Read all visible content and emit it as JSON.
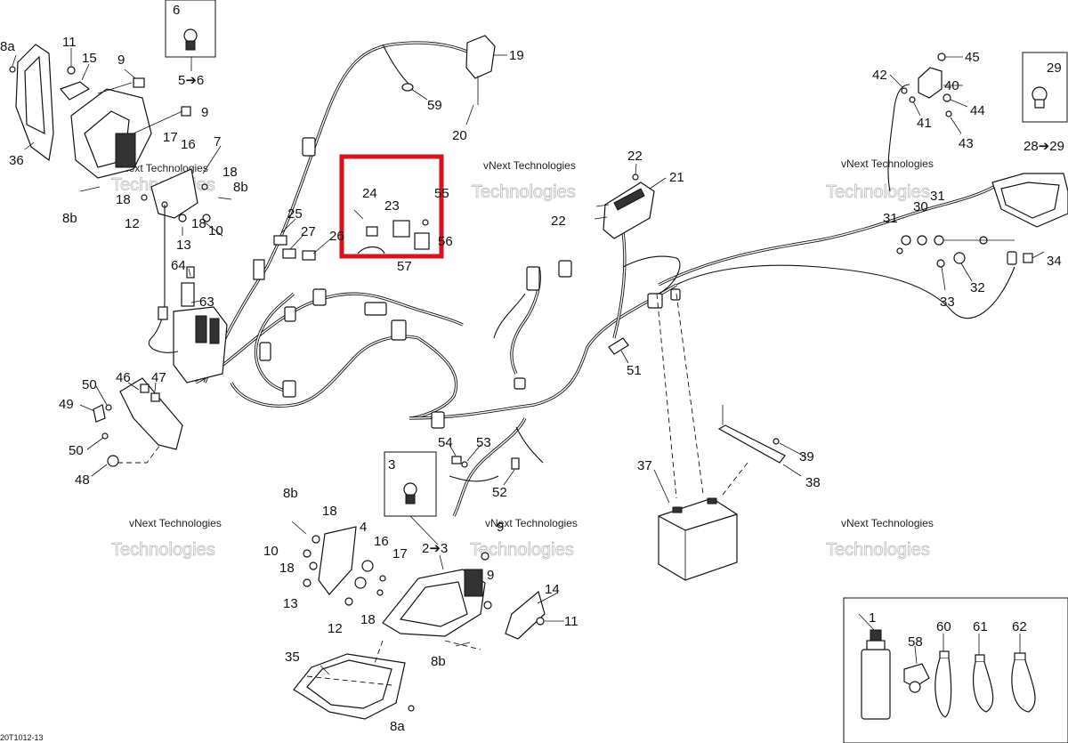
{
  "diagram": {
    "drawing_number": "20T1012-13",
    "watermark_line1": "vNext Technologies",
    "watermark_line2": "Technologies",
    "callouts": [
      {
        "id": "1",
        "text": "1"
      },
      {
        "id": "2-3",
        "text": "2➔3"
      },
      {
        "id": "3",
        "text": "3"
      },
      {
        "id": "4",
        "text": "4"
      },
      {
        "id": "5-6",
        "text": "5➔6"
      },
      {
        "id": "6",
        "text": "6"
      },
      {
        "id": "7",
        "text": "7"
      },
      {
        "id": "8a-top",
        "text": "8a"
      },
      {
        "id": "8a-bottom",
        "text": "8a"
      },
      {
        "id": "8b-left",
        "text": "8b"
      },
      {
        "id": "8b-right",
        "text": "8b"
      },
      {
        "id": "8b-lower",
        "text": "8b"
      },
      {
        "id": "8b-lowerright",
        "text": "8b"
      },
      {
        "id": "9-a",
        "text": "9"
      },
      {
        "id": "9-b",
        "text": "9"
      },
      {
        "id": "9-c",
        "text": "9"
      },
      {
        "id": "9-d",
        "text": "9"
      },
      {
        "id": "10-a",
        "text": "10"
      },
      {
        "id": "10-b",
        "text": "10"
      },
      {
        "id": "11-a",
        "text": "11"
      },
      {
        "id": "11-b",
        "text": "11"
      },
      {
        "id": "12-a",
        "text": "12"
      },
      {
        "id": "12-b",
        "text": "12"
      },
      {
        "id": "13-a",
        "text": "13"
      },
      {
        "id": "13-b",
        "text": "13"
      },
      {
        "id": "14",
        "text": "14"
      },
      {
        "id": "15",
        "text": "15"
      },
      {
        "id": "16-a",
        "text": "16"
      },
      {
        "id": "16-b",
        "text": "16"
      },
      {
        "id": "17-a",
        "text": "17"
      },
      {
        "id": "17-b",
        "text": "17"
      },
      {
        "id": "18-a",
        "text": "18"
      },
      {
        "id": "18-b",
        "text": "18"
      },
      {
        "id": "18-c",
        "text": "18"
      },
      {
        "id": "18-d",
        "text": "18"
      },
      {
        "id": "18-e",
        "text": "18"
      },
      {
        "id": "18-f",
        "text": "18"
      },
      {
        "id": "19",
        "text": "19"
      },
      {
        "id": "20",
        "text": "20"
      },
      {
        "id": "21",
        "text": "21"
      },
      {
        "id": "22-a",
        "text": "22"
      },
      {
        "id": "22-b",
        "text": "22"
      },
      {
        "id": "23",
        "text": "23"
      },
      {
        "id": "24",
        "text": "24"
      },
      {
        "id": "25",
        "text": "25"
      },
      {
        "id": "26",
        "text": "26"
      },
      {
        "id": "27",
        "text": "27"
      },
      {
        "id": "28-29",
        "text": "28➔29"
      },
      {
        "id": "29",
        "text": "29"
      },
      {
        "id": "30",
        "text": "30"
      },
      {
        "id": "31-a",
        "text": "31"
      },
      {
        "id": "31-b",
        "text": "31"
      },
      {
        "id": "32",
        "text": "32"
      },
      {
        "id": "33",
        "text": "33"
      },
      {
        "id": "34",
        "text": "34"
      },
      {
        "id": "35",
        "text": "35"
      },
      {
        "id": "36",
        "text": "36"
      },
      {
        "id": "37",
        "text": "37"
      },
      {
        "id": "38",
        "text": "38"
      },
      {
        "id": "39",
        "text": "39"
      },
      {
        "id": "40",
        "text": "40"
      },
      {
        "id": "41",
        "text": "41"
      },
      {
        "id": "42",
        "text": "42"
      },
      {
        "id": "43",
        "text": "43"
      },
      {
        "id": "44",
        "text": "44"
      },
      {
        "id": "45",
        "text": "45"
      },
      {
        "id": "46",
        "text": "46"
      },
      {
        "id": "47",
        "text": "47"
      },
      {
        "id": "48",
        "text": "48"
      },
      {
        "id": "49",
        "text": "49"
      },
      {
        "id": "50-a",
        "text": "50"
      },
      {
        "id": "50-b",
        "text": "50"
      },
      {
        "id": "51",
        "text": "51"
      },
      {
        "id": "52",
        "text": "52"
      },
      {
        "id": "53",
        "text": "53"
      },
      {
        "id": "54",
        "text": "54"
      },
      {
        "id": "55",
        "text": "55"
      },
      {
        "id": "56",
        "text": "56"
      },
      {
        "id": "57",
        "text": "57"
      },
      {
        "id": "58",
        "text": "58"
      },
      {
        "id": "59",
        "text": "59"
      },
      {
        "id": "60",
        "text": "60"
      },
      {
        "id": "61",
        "text": "61"
      },
      {
        "id": "62",
        "text": "62"
      },
      {
        "id": "63",
        "text": "63"
      },
      {
        "id": "64",
        "text": "64"
      }
    ],
    "highlight_color": "#d8131f"
  }
}
